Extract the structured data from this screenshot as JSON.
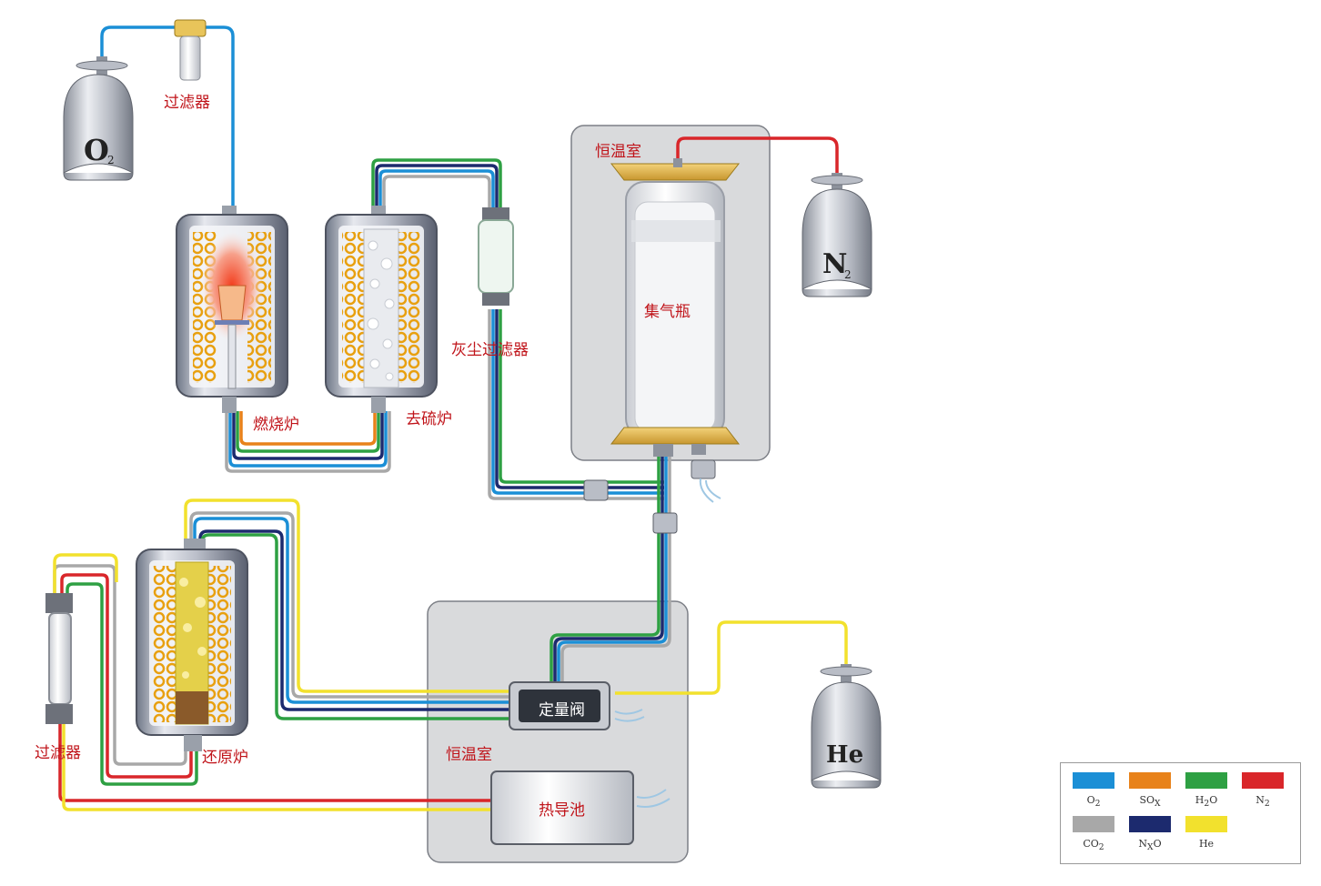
{
  "labels": {
    "filter_top": "过滤器",
    "combustion_furnace": "燃烧炉",
    "desulfurization_furnace": "去硫炉",
    "dust_filter": "灰尘过滤器",
    "thermostat_top": "恒温室",
    "gas_collection_bottle": "集气瓶",
    "reduction_furnace": "还原炉",
    "filter_left": "过滤器",
    "thermostat_bottom": "恒温室",
    "dosing_valve": "定量阀",
    "thermal_conductivity_cell": "热导池"
  },
  "cylinders": {
    "o2": {
      "symbol": "O",
      "sub": "2"
    },
    "n2": {
      "symbol": "N",
      "sub": "2"
    },
    "he": {
      "symbol": "He",
      "sub": ""
    }
  },
  "legend": [
    {
      "base": "O",
      "sub": "2",
      "tail": "",
      "color": "#1b8fd6"
    },
    {
      "base": "SO",
      "sub": "X",
      "tail": "",
      "color": "#e8821a"
    },
    {
      "base": "H",
      "sub": "2",
      "tail": "O",
      "color": "#2ea043"
    },
    {
      "base": "N",
      "sub": "2",
      "tail": "",
      "color": "#d9262a"
    },
    {
      "base": "CO",
      "sub": "2",
      "tail": "",
      "color": "#a8a8a8"
    },
    {
      "base": "N",
      "sub": "X",
      "tail": "O",
      "color": "#1c2a6e"
    },
    {
      "base": "He",
      "sub": "",
      "tail": "",
      "color": "#f2e12d"
    }
  ],
  "colors": {
    "o2": "#1b8fd6",
    "sox": "#e8821a",
    "h2o": "#2ea043",
    "n2": "#d9262a",
    "co2": "#a8a8a8",
    "nxo": "#1c2a6e",
    "he": "#f2e12d"
  }
}
